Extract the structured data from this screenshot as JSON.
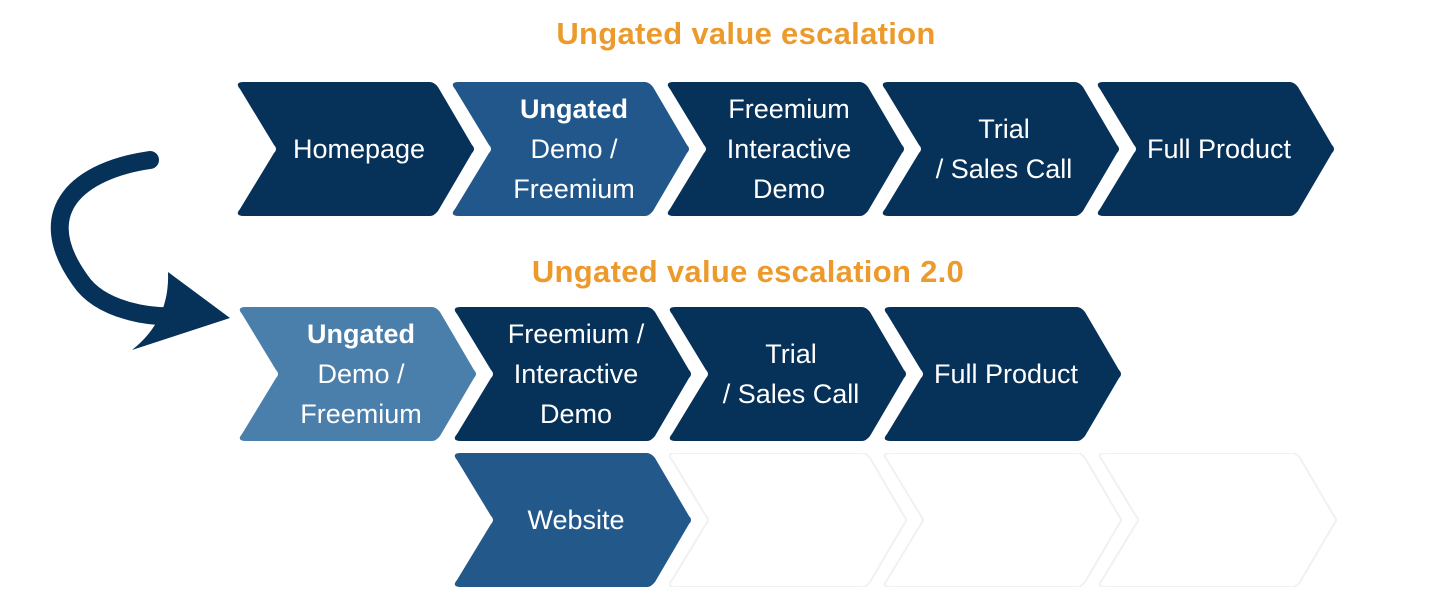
{
  "diagram": {
    "row1": {
      "title": "Ungated value escalation",
      "steps": [
        {
          "lines": [
            {
              "t": "Homepage",
              "b": false
            }
          ],
          "fill": "#063159"
        },
        {
          "lines": [
            {
              "t": "Ungated",
              "b": true
            },
            {
              "t": "Demo /",
              "b": false
            },
            {
              "t": "Freemium",
              "b": false
            }
          ],
          "fill": "#21578a"
        },
        {
          "lines": [
            {
              "t": "Freemium",
              "b": false
            },
            {
              "t": "Interactive",
              "b": false
            },
            {
              "t": "Demo",
              "b": false
            }
          ],
          "fill": "#063159"
        },
        {
          "lines": [
            {
              "t": "Trial",
              "b": false
            },
            {
              "t": "/ Sales Call",
              "b": false
            }
          ],
          "fill": "#063159"
        },
        {
          "lines": [
            {
              "t": "Full Product",
              "b": false
            }
          ],
          "fill": "#063159"
        }
      ]
    },
    "row2": {
      "title": "Ungated value escalation 2.0",
      "steps": [
        {
          "lines": [
            {
              "t": "Ungated",
              "b": true
            },
            {
              "t": "Demo /",
              "b": false
            },
            {
              "t": "Freemium",
              "b": false
            }
          ],
          "fill": "#4a7eab"
        },
        {
          "lines": [
            {
              "t": "Freemium /",
              "b": false
            },
            {
              "t": "Interactive",
              "b": false
            },
            {
              "t": "Demo",
              "b": false
            }
          ],
          "fill": "#063159"
        },
        {
          "lines": [
            {
              "t": "Trial",
              "b": false
            },
            {
              "t": "/ Sales Call",
              "b": false
            }
          ],
          "fill": "#063159"
        },
        {
          "lines": [
            {
              "t": "Full Product",
              "b": false
            }
          ],
          "fill": "#063159"
        }
      ]
    },
    "row3": {
      "steps": [
        {
          "lines": [
            {
              "t": "Website",
              "b": false
            }
          ],
          "fill": "#23588b"
        }
      ],
      "ghost_count": 3
    },
    "colors": {
      "title": "#ed9a2c",
      "arrow": "#063159",
      "ghost_stroke": "#f1f1f1"
    }
  }
}
